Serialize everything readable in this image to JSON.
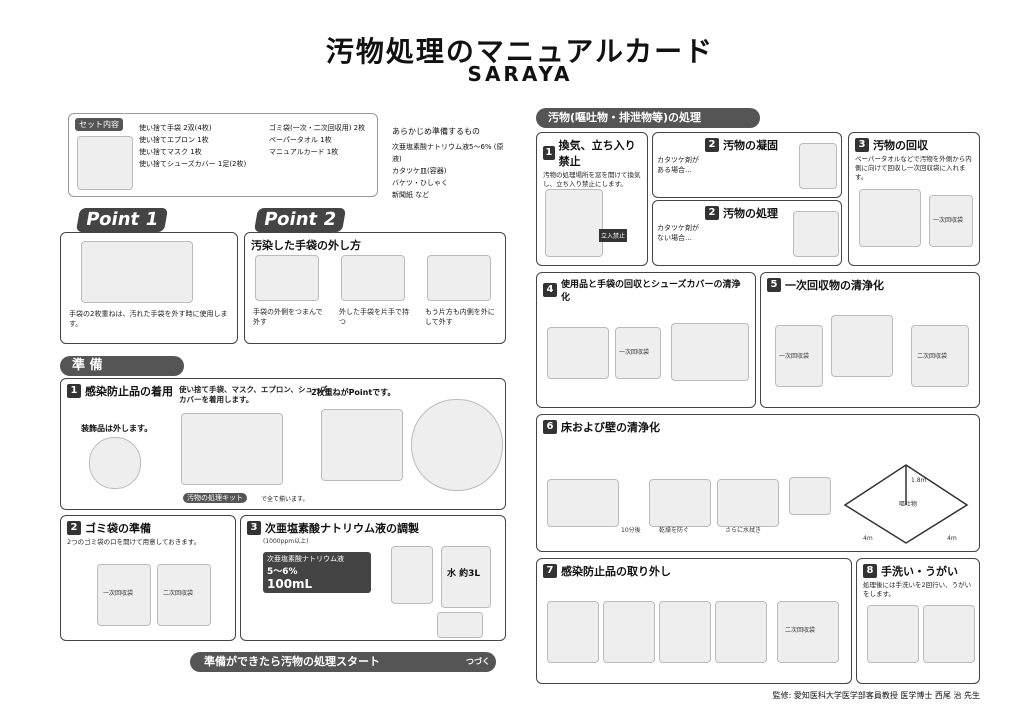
{
  "title": "汚物処理のマニュアルカード",
  "brand": "SARAYA",
  "set": {
    "badge": "セット内容",
    "items": [
      "使い捨て手袋 2双(4枚)",
      "使い捨てエプロン 1枚",
      "使い捨てマスク 1枚",
      "使い捨てシューズカバー 1足(2枚)",
      "ゴミ袋(一次・二次回収用) 2枚",
      "ペーパータオル 1枚",
      "マニュアルカード 1枚"
    ],
    "prep_title": "あらかじめ準備するもの",
    "prep_items": [
      "次亜塩素酸ナトリウム液5〜6% (原液)",
      "カタツケ皿(容器)",
      "バケツ・ひしゃく",
      "新聞紙 など"
    ]
  },
  "point1": {
    "badge": "Point 1",
    "caption": "手袋の2枚重ねは、汚れた手袋を外す時に使用します。"
  },
  "point2": {
    "badge": "Point 2",
    "heading": "汚染した手袋の外し方",
    "steps": [
      "手袋の外側をつまんで外す",
      "外した手袋を片手で持つ",
      "もう片方も内側を外にして外す"
    ]
  },
  "prep": {
    "header": "準 備",
    "s1": {
      "num": "1",
      "title": "感染防止品の着用",
      "desc": "使い捨て手袋、マスク、エプロン、シューズカバーを着用します。",
      "note": "装飾品は外します。",
      "kit_label": "汚物の処理キット",
      "kit_text": "で全て揃います。",
      "bubble": "2枚重ねがPointです。"
    },
    "s2": {
      "num": "2",
      "title": "ゴミ袋の準備",
      "desc": "2つのゴミ袋の口を開けて用意しておきます。",
      "bag1": "一次回収袋",
      "bag2": "二次回収袋"
    },
    "s3": {
      "num": "3",
      "title": "次亜塩素酸ナトリウム液の調製",
      "sub": "(1000ppm以上)",
      "label1": "次亜塩素酸ナトリウム液",
      "label2": "5〜6%",
      "label3": "100mL",
      "bottle": "水 約3L"
    },
    "start": "準備ができたら汚物の処理スタート",
    "next": "つづく"
  },
  "proc": {
    "header": "汚物(嘔吐物・排泄物等)の処理",
    "s1": {
      "num": "1",
      "title": "換気、立ち入り禁止",
      "desc": "汚物の処理場所を窓を開けて換気し、立ち入り禁止にします。",
      "sign": "立入禁止"
    },
    "s2a": {
      "num": "2",
      "title": "汚物の凝固",
      "cond": "カタツケ剤がある場合…"
    },
    "s2b": {
      "num": "2",
      "title": "汚物の処理",
      "cond": "カタツケ剤がない場合…"
    },
    "s3": {
      "num": "3",
      "title": "汚物の回収",
      "desc": "ペーパータオルなどで汚物を外側から内側に向けて回収し一次回収袋に入れます。",
      "bag": "一次回収袋"
    },
    "s4": {
      "num": "4",
      "title": "使用品と手袋の回収とシューズカバーの清浄化",
      "bag": "一次回収袋"
    },
    "s5": {
      "num": "5",
      "title": "一次回収物の清浄化",
      "bag1": "一次回収袋",
      "bag2": "二次回収袋"
    },
    "s6": {
      "num": "6",
      "title": "床および壁の清浄化",
      "t1": "10分後",
      "t2": "乾燥を防ぐ",
      "t3": "さらに水拭き",
      "dist1": "4m",
      "dist2": "4m",
      "height": "1.8m",
      "center": "嘔吐物"
    },
    "s7": {
      "num": "7",
      "title": "感染防止品の取り外し",
      "bag": "二次回収袋"
    },
    "s8": {
      "num": "8",
      "title": "手洗い・うがい",
      "desc": "処理後には手洗いを2回行い、うがいをします。"
    }
  },
  "footer": "監修: 愛知医科大学医学部客員教授 医学博士 西尾 治 先生"
}
